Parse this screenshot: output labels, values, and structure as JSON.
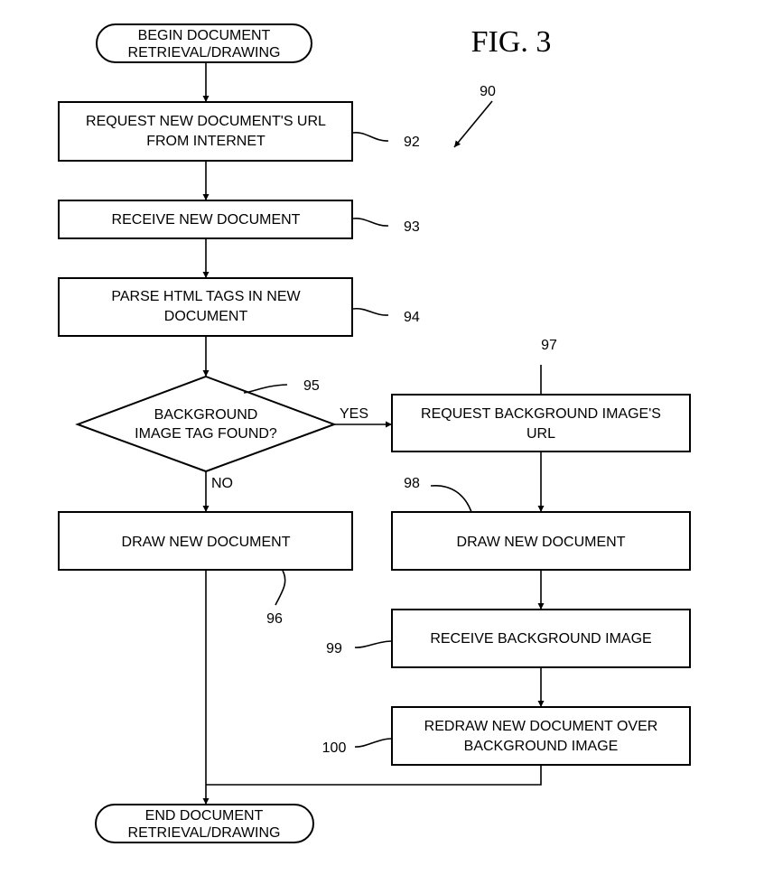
{
  "figure": {
    "title": "FIG. 3",
    "ref": "90"
  },
  "terminals": {
    "begin": {
      "line1": "BEGIN DOCUMENT",
      "line2": "RETRIEVAL/DRAWING"
    },
    "end": {
      "line1": "END DOCUMENT",
      "line2": "RETRIEVAL/DRAWING"
    }
  },
  "steps": {
    "s92": {
      "line1": "REQUEST NEW DOCUMENT'S URL",
      "line2": "FROM INTERNET",
      "ref": "92"
    },
    "s93": {
      "line1": "RECEIVE NEW DOCUMENT",
      "ref": "93"
    },
    "s94": {
      "line1": "PARSE HTML TAGS IN NEW",
      "line2": "DOCUMENT",
      "ref": "94"
    },
    "s95": {
      "line1": "BACKGROUND",
      "line2": "IMAGE TAG FOUND?",
      "ref": "95",
      "yes": "YES",
      "no": "NO"
    },
    "s96": {
      "line1": "DRAW NEW DOCUMENT",
      "ref": "96"
    },
    "s97": {
      "line1": "REQUEST BACKGROUND IMAGE'S",
      "line2": "URL",
      "ref": "97"
    },
    "s98": {
      "line1": "DRAW NEW DOCUMENT",
      "ref": "98"
    },
    "s99": {
      "line1": "RECEIVE BACKGROUND IMAGE",
      "ref": "99"
    },
    "s100": {
      "line1": "REDRAW NEW DOCUMENT OVER",
      "line2": "BACKGROUND IMAGE",
      "ref": "100"
    }
  }
}
